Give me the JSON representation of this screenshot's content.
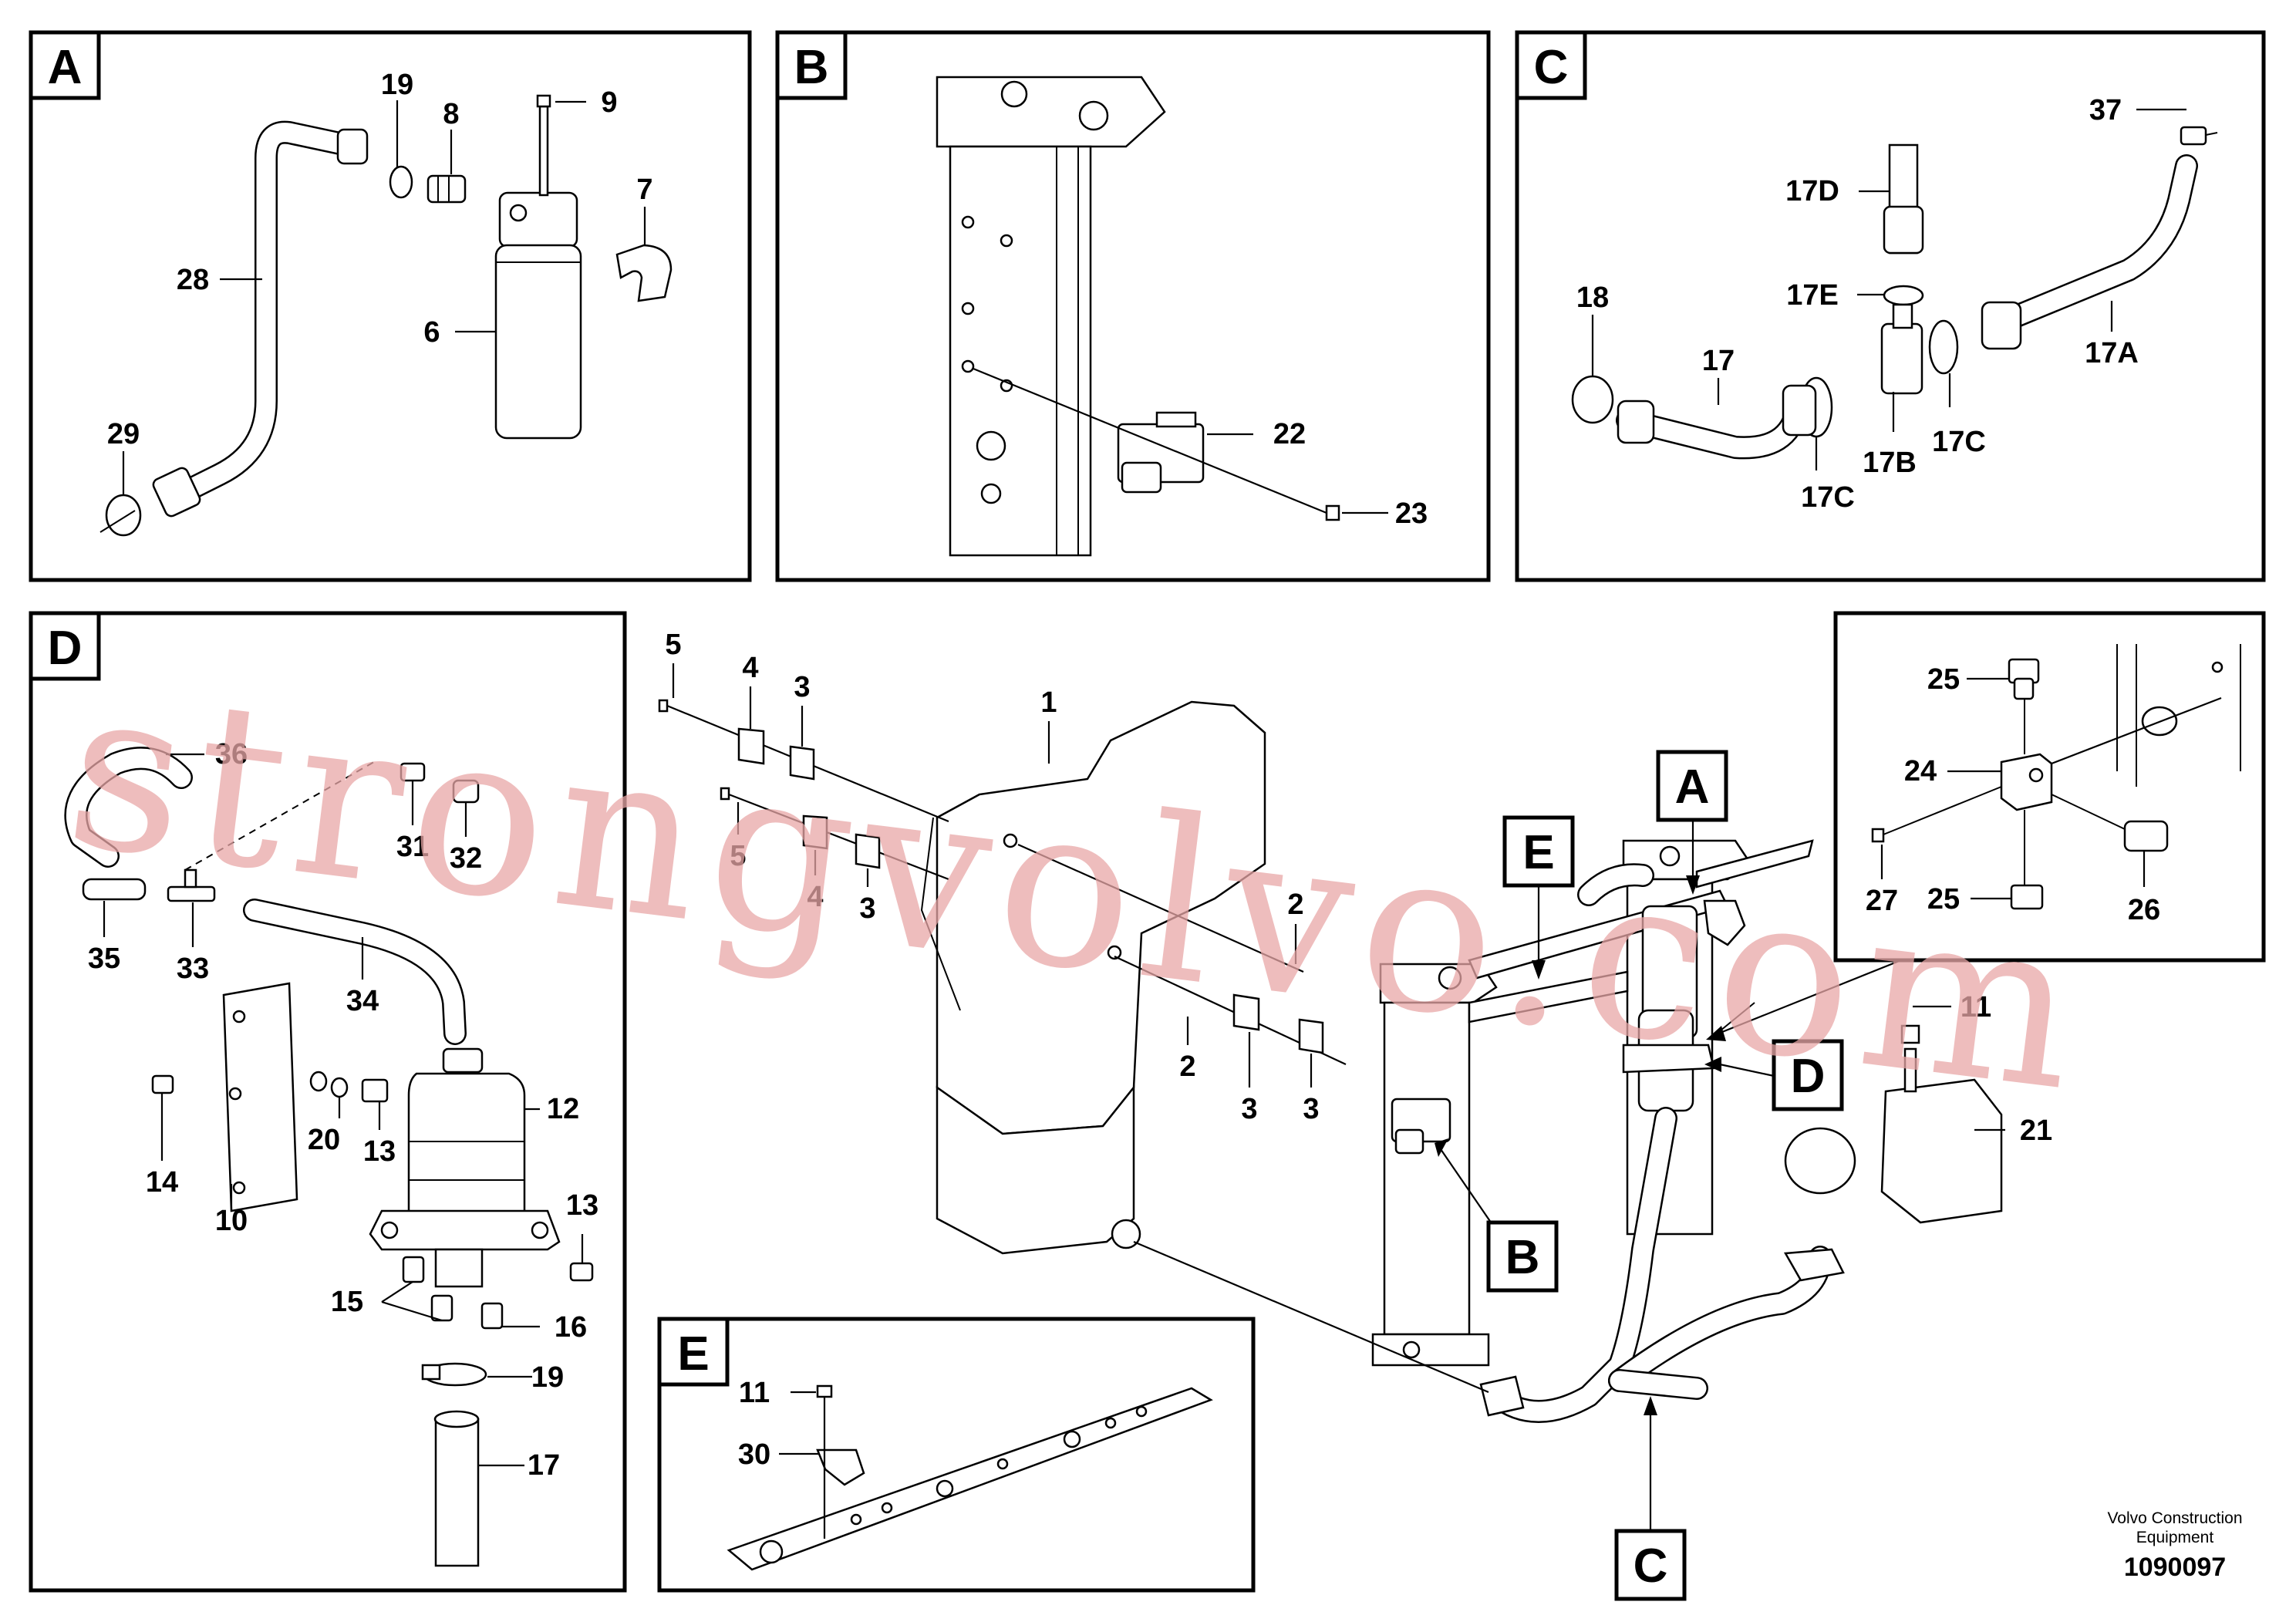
{
  "panels": {
    "A": {
      "letter": "A",
      "labels": {
        "p19": "19",
        "p8": "8",
        "p9": "9",
        "p7": "7",
        "p28": "28",
        "p6": "6",
        "p29": "29"
      }
    },
    "B": {
      "letter": "B",
      "labels": {
        "p22": "22",
        "p23": "23"
      }
    },
    "C": {
      "letter": "C",
      "labels": {
        "p37": "37",
        "p17D": "17D",
        "p17E": "17E",
        "p18": "18",
        "p17": "17",
        "p17A": "17A",
        "p17C1": "17C",
        "p17B": "17B",
        "p17C2": "17C"
      }
    },
    "D": {
      "letter": "D",
      "labels": {
        "p36": "36",
        "p31": "31",
        "p32": "32",
        "p35": "35",
        "p33": "33",
        "p34": "34",
        "p12": "12",
        "p20": "20",
        "p13a": "13",
        "p14": "14",
        "p10": "10",
        "p13b": "13",
        "p15": "15",
        "p16": "16",
        "p19": "19",
        "p17": "17"
      }
    },
    "E": {
      "letter": "E",
      "labels": {
        "p11": "11",
        "p30": "30"
      }
    }
  },
  "main": {
    "callouts": {
      "A": "A",
      "B": "B",
      "C": "C",
      "D": "D",
      "E": "E"
    },
    "labels": {
      "p5a": "5",
      "p4a": "4",
      "p3a": "3",
      "p1": "1",
      "p5b": "5",
      "p4b": "4",
      "p3b": "3",
      "p2a": "2",
      "p2b": "2",
      "p3c": "3",
      "p3d": "3",
      "p11": "11",
      "p21": "21"
    }
  },
  "valve_detail": {
    "labels": {
      "p25a": "25",
      "p24": "24",
      "p27": "27",
      "p25b": "25",
      "p26": "26"
    }
  },
  "watermark": "strongvolvo.com",
  "footer": {
    "company_line1": "Volvo Construction",
    "company_line2": "Equipment",
    "drawing_number": "1090097"
  }
}
